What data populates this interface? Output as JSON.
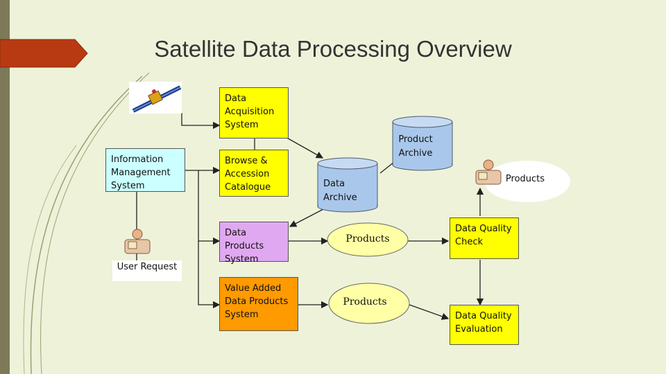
{
  "title": "Satellite Data Processing Overview",
  "icons": {
    "satellite": "satellite-icon",
    "user": "user-icon"
  },
  "nodes": {
    "data_acquisition": "Data\nAcquisition\nSystem",
    "info_management": "Information\nManagement\nSystem",
    "user_request": "User Request",
    "browse_catalogue": "Browse &\nAccession\nCatalogue",
    "data_products_system": "Data\nProducts\nSystem",
    "value_added": "Value Added\nData Products\nSystem",
    "product_archive": "Product\nArchive",
    "data_archive": "Data\nArchive",
    "products_1": "Products",
    "products_2": "Products",
    "products_3": "Products",
    "dq_check": "Data Quality\nCheck",
    "dq_evaluation": "Data Quality\nEvaluation"
  },
  "colors": {
    "background": "#eef2d9",
    "yellow": "#ffff00",
    "purple": "#e0a8f0",
    "orange": "#ff9a00",
    "cyan": "#ccffff",
    "cylinder": "#a9c7ea",
    "ellipse": "#ffffa6",
    "accent_tab": "#b83a12"
  }
}
